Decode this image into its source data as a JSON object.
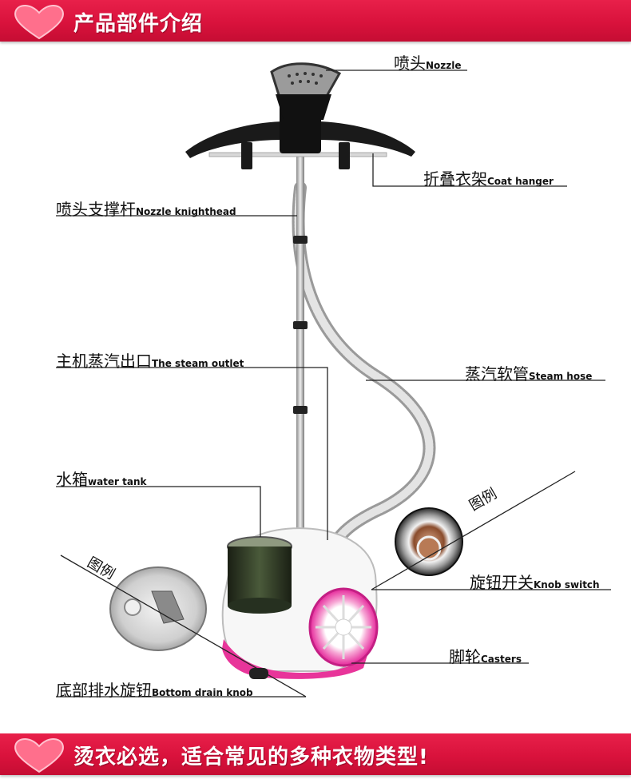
{
  "header": {
    "title": "产品部件介绍"
  },
  "footer": {
    "slogan": "烫衣必选，适合常见的多种衣物类型!"
  },
  "parts": {
    "nozzle": {
      "zh": "喷头",
      "en": "Nozzle"
    },
    "coat_hanger": {
      "zh": "折叠衣架",
      "en": "Coat hanger"
    },
    "nozzle_knighthead": {
      "zh": "喷头支撑杆",
      "en": "Nozzle knighthead"
    },
    "steam_outlet": {
      "zh": "主机蒸汽出口",
      "en": "The steam outlet"
    },
    "steam_hose": {
      "zh": "蒸汽软管",
      "en": "Steam hose"
    },
    "water_tank": {
      "zh": "水箱",
      "en": "water tank"
    },
    "knob_switch": {
      "zh": "旋钮开关",
      "en": "Knob switch"
    },
    "casters": {
      "zh": "脚轮",
      "en": "Casters"
    },
    "drain_knob": {
      "zh": "底部排水旋钮",
      "en": "Bottom drain knob"
    }
  },
  "insets": {
    "knob_example": "图例",
    "drain_example": "图例"
  },
  "colors": {
    "banner": "#d9123c",
    "accent_pink": "#e8359a"
  }
}
